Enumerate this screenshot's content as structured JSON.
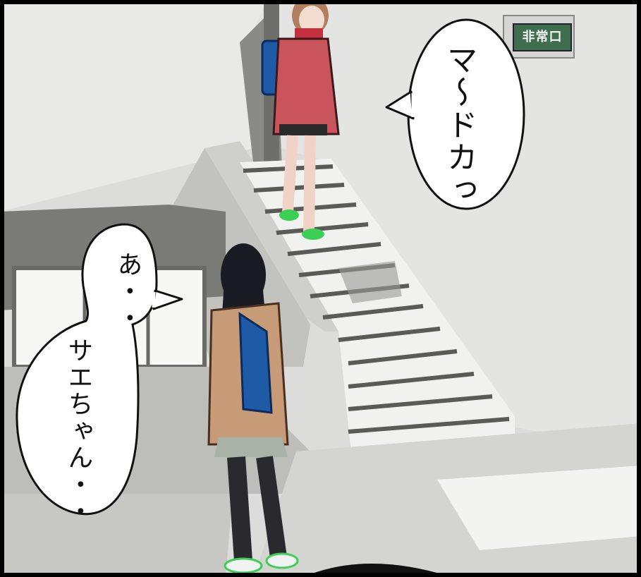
{
  "scene": {
    "description_hidden": "",
    "colors": {
      "wall": "#e2e2e0",
      "shadow": "#b9b9b6",
      "dark": "#6a6a66",
      "coat_pink": "#c9545c",
      "coat_tan": "#c79a78",
      "bag_blue": "#1f5aa6",
      "hair_dark": "#1a1a22",
      "hair_brown": "#b08060",
      "exit_sign": "#3f6e4f",
      "panel_border": "#000000"
    }
  },
  "sign": {
    "text": "非常口"
  },
  "bubbles": {
    "right": {
      "text": "マ〜ドカっ"
    },
    "left_top": {
      "text": "あ・・"
    },
    "left_bottom": {
      "text": "サエちゃん・・"
    }
  },
  "icons": [
    "exit-sign-icon"
  ]
}
